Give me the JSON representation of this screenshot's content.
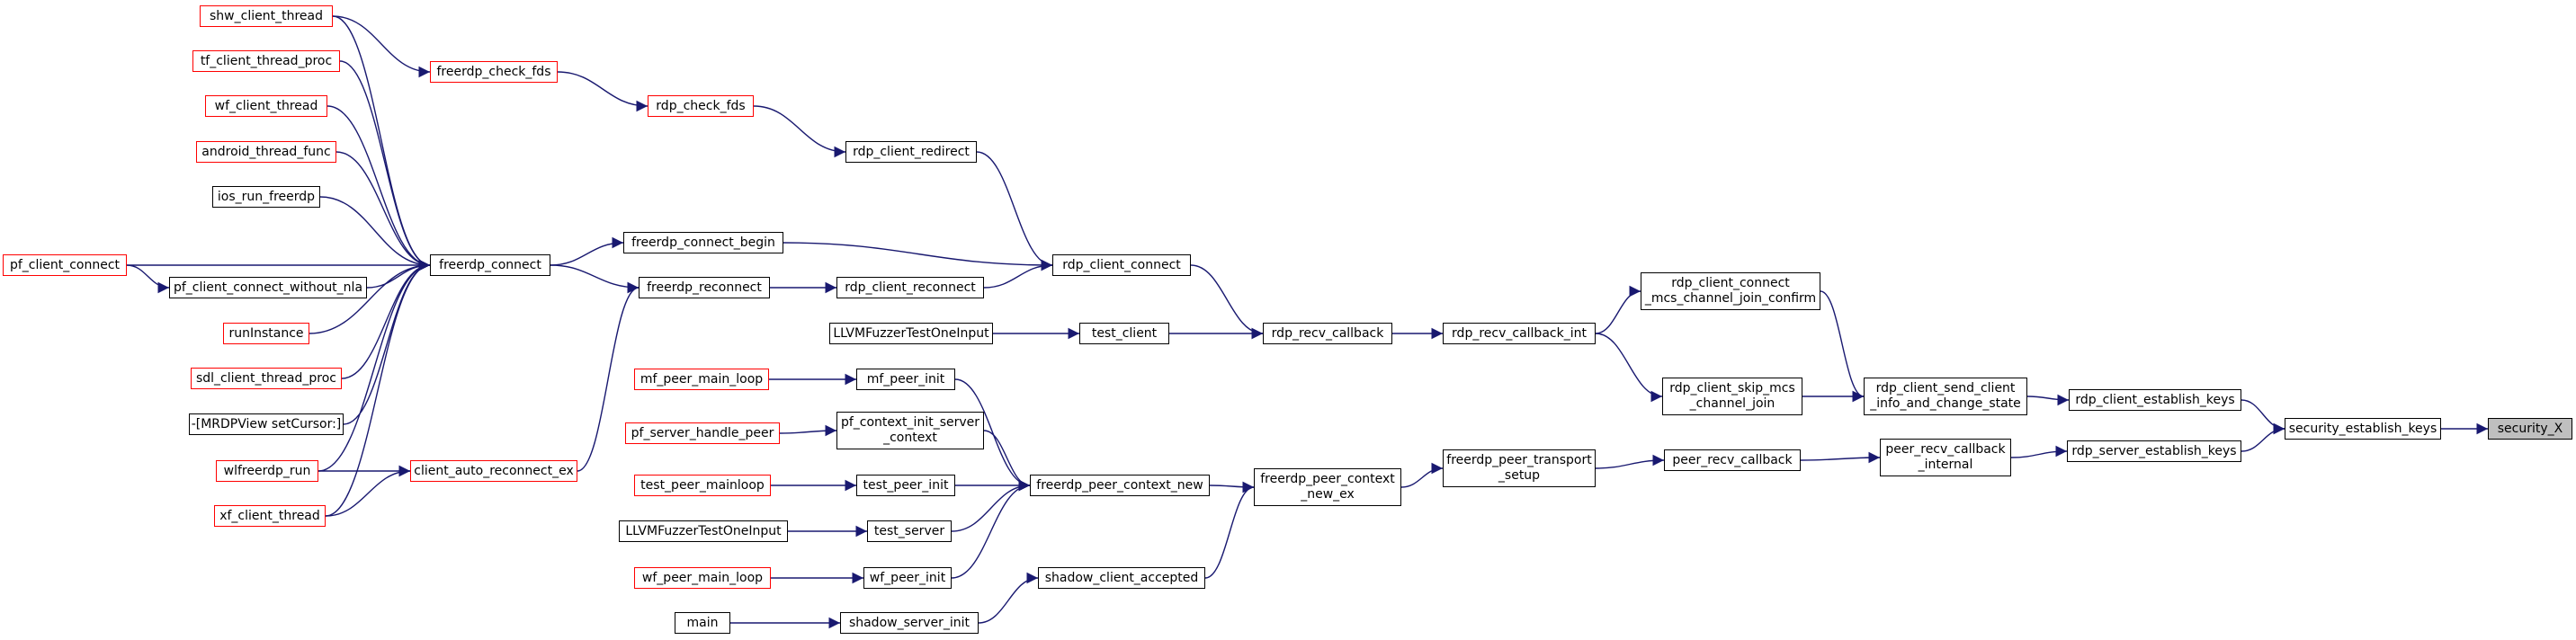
{
  "nodes": {
    "shw_client_thread": "shw_client_thread",
    "tf_client_thread_proc": "tf_client_thread_proc",
    "wf_client_thread": "wf_client_thread",
    "android_thread_func": "android_thread_func",
    "ios_run_freerdp": "ios_run_freerdp",
    "pf_client_connect": "pf_client_connect",
    "pf_client_connect_without_nla": "pf_client_connect_without_nla",
    "runInstance": "runInstance",
    "sdl_client_thread_proc": "sdl_client_thread_proc",
    "mrdpview_setcursor": "-[MRDPView setCursor:]",
    "wlfreerdp_run": "wlfreerdp_run",
    "xf_client_thread": "xf_client_thread",
    "freerdp_check_fds": "freerdp_check_fds",
    "freerdp_connect": "freerdp_connect",
    "client_auto_reconnect_ex": "client_auto_reconnect_ex",
    "rdp_check_fds": "rdp_check_fds",
    "freerdp_connect_begin": "freerdp_connect_begin",
    "freerdp_reconnect": "freerdp_reconnect",
    "rdp_client_redirect": "rdp_client_redirect",
    "rdp_client_reconnect": "rdp_client_reconnect",
    "llvm_fuzzer_1": "LLVMFuzzerTestOneInput",
    "mf_peer_main_loop": "mf_peer_main_loop",
    "pf_server_handle_peer": "pf_server_handle_peer",
    "test_peer_mainloop": "test_peer_mainloop",
    "llvm_fuzzer_2": "LLVMFuzzerTestOneInput",
    "wf_peer_main_loop": "wf_peer_main_loop",
    "main": "main",
    "mf_peer_init": "mf_peer_init",
    "pf_context_init_server_context": "pf_context_init_server\n_context",
    "test_peer_init": "test_peer_init",
    "test_server": "test_server",
    "wf_peer_init": "wf_peer_init",
    "shadow_server_init": "shadow_server_init",
    "rdp_client_connect": "rdp_client_connect",
    "test_client": "test_client",
    "freerdp_peer_context_new": "freerdp_peer_context_new",
    "shadow_client_accepted": "shadow_client_accepted",
    "rdp_recv_callback": "rdp_recv_callback",
    "freerdp_peer_context_new_ex": "freerdp_peer_context\n_new_ex",
    "rdp_recv_callback_int": "rdp_recv_callback_int",
    "freerdp_peer_transport_setup": "freerdp_peer_transport\n_setup",
    "rdp_client_connect_mcs_channel_join_confirm": "rdp_client_connect\n_mcs_channel_join_confirm",
    "rdp_client_skip_mcs_channel_join": "rdp_client_skip_mcs\n_channel_join",
    "peer_recv_callback": "peer_recv_callback",
    "rdp_client_send_client_info_and_change_state": "rdp_client_send_client\n_info_and_change_state",
    "peer_recv_callback_internal": "peer_recv_callback\n_internal",
    "rdp_client_establish_keys": "rdp_client_establish_keys",
    "rdp_server_establish_keys": "rdp_server_establish_keys",
    "security_establish_keys": "security_establish_keys",
    "security_X": "security_X"
  },
  "edges": [
    [
      "shw_client_thread",
      "freerdp_check_fds"
    ],
    [
      "freerdp_check_fds",
      "rdp_check_fds"
    ],
    [
      "rdp_check_fds",
      "rdp_client_redirect"
    ],
    [
      "rdp_client_redirect",
      "rdp_client_connect"
    ],
    [
      "shw_client_thread",
      "freerdp_connect"
    ],
    [
      "tf_client_thread_proc",
      "freerdp_connect"
    ],
    [
      "wf_client_thread",
      "freerdp_connect"
    ],
    [
      "android_thread_func",
      "freerdp_connect"
    ],
    [
      "ios_run_freerdp",
      "freerdp_connect"
    ],
    [
      "pf_client_connect",
      "freerdp_connect"
    ],
    [
      "pf_client_connect",
      "pf_client_connect_without_nla"
    ],
    [
      "pf_client_connect_without_nla",
      "freerdp_connect"
    ],
    [
      "runInstance",
      "freerdp_connect"
    ],
    [
      "sdl_client_thread_proc",
      "freerdp_connect"
    ],
    [
      "mrdpview_setcursor",
      "freerdp_connect"
    ],
    [
      "wlfreerdp_run",
      "freerdp_connect"
    ],
    [
      "xf_client_thread",
      "freerdp_connect"
    ],
    [
      "wlfreerdp_run",
      "client_auto_reconnect_ex"
    ],
    [
      "xf_client_thread",
      "client_auto_reconnect_ex"
    ],
    [
      "freerdp_connect",
      "freerdp_connect_begin"
    ],
    [
      "freerdp_connect",
      "freerdp_reconnect"
    ],
    [
      "client_auto_reconnect_ex",
      "freerdp_reconnect"
    ],
    [
      "freerdp_connect_begin",
      "rdp_client_connect"
    ],
    [
      "freerdp_reconnect",
      "rdp_client_reconnect"
    ],
    [
      "rdp_client_reconnect",
      "rdp_client_connect"
    ],
    [
      "rdp_client_connect",
      "rdp_recv_callback"
    ],
    [
      "llvm_fuzzer_1",
      "test_client"
    ],
    [
      "test_client",
      "rdp_recv_callback"
    ],
    [
      "rdp_recv_callback",
      "rdp_recv_callback_int"
    ],
    [
      "rdp_recv_callback_int",
      "rdp_client_connect_mcs_channel_join_confirm"
    ],
    [
      "rdp_recv_callback_int",
      "rdp_client_skip_mcs_channel_join"
    ],
    [
      "rdp_client_connect_mcs_channel_join_confirm",
      "rdp_client_send_client_info_and_change_state"
    ],
    [
      "rdp_client_skip_mcs_channel_join",
      "rdp_client_send_client_info_and_change_state"
    ],
    [
      "rdp_client_send_client_info_and_change_state",
      "rdp_client_establish_keys"
    ],
    [
      "rdp_client_establish_keys",
      "security_establish_keys"
    ],
    [
      "mf_peer_main_loop",
      "mf_peer_init"
    ],
    [
      "pf_server_handle_peer",
      "pf_context_init_server_context"
    ],
    [
      "test_peer_mainloop",
      "test_peer_init"
    ],
    [
      "llvm_fuzzer_2",
      "test_server"
    ],
    [
      "wf_peer_main_loop",
      "wf_peer_init"
    ],
    [
      "main",
      "shadow_server_init"
    ],
    [
      "mf_peer_init",
      "freerdp_peer_context_new"
    ],
    [
      "pf_context_init_server_context",
      "freerdp_peer_context_new"
    ],
    [
      "test_peer_init",
      "freerdp_peer_context_new"
    ],
    [
      "test_server",
      "freerdp_peer_context_new"
    ],
    [
      "wf_peer_init",
      "freerdp_peer_context_new"
    ],
    [
      "shadow_server_init",
      "shadow_client_accepted"
    ],
    [
      "freerdp_peer_context_new",
      "freerdp_peer_context_new_ex"
    ],
    [
      "shadow_client_accepted",
      "freerdp_peer_context_new_ex"
    ],
    [
      "freerdp_peer_context_new_ex",
      "freerdp_peer_transport_setup"
    ],
    [
      "freerdp_peer_transport_setup",
      "peer_recv_callback"
    ],
    [
      "peer_recv_callback",
      "peer_recv_callback_internal"
    ],
    [
      "peer_recv_callback_internal",
      "rdp_server_establish_keys"
    ],
    [
      "rdp_server_establish_keys",
      "security_establish_keys"
    ],
    [
      "security_establish_keys",
      "security_X"
    ]
  ],
  "colors": {
    "edge": "#191970",
    "red_border": "#ff0000",
    "target_fill": "#bfbfbf"
  }
}
